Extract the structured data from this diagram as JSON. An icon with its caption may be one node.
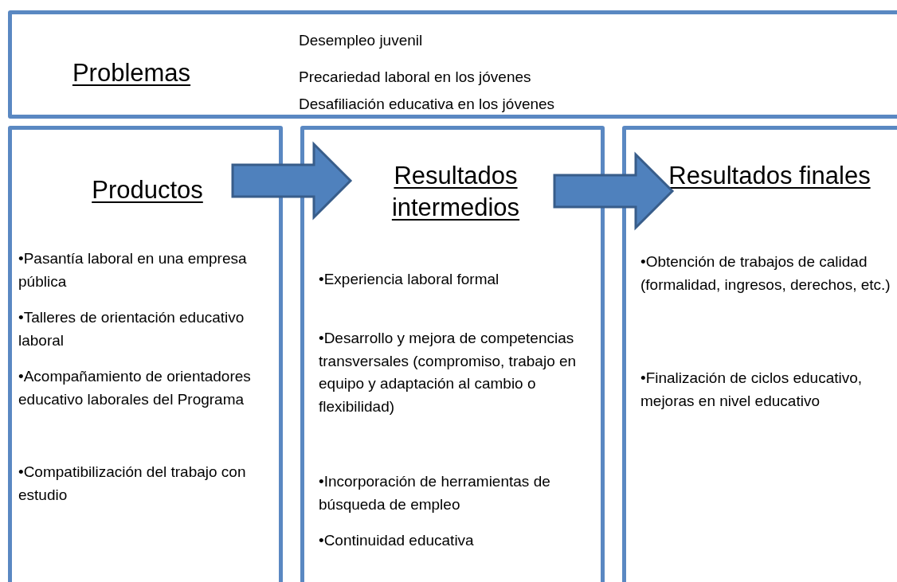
{
  "diagram": {
    "nodes": [
      {
        "text": [
          "Problemas",
          "Desempleo juvenil",
          "Precariedad laboral en los jóvenes",
          "Desafiliación educativa en los jóvenes"
        ]
      },
      {
        "text": [
          "Productos",
          "•Pasantía laboral en una empresa pública",
          "•Talleres de orientación educativo laboral",
          "•Acompañamiento de orientadores educativo laborales del Programa",
          "•Compatibilización del trabajo con estudio"
        ]
      },
      {
        "text": [
          "Resultados intermedios",
          "•Experiencia laboral formal",
          "•Desarrollo y mejora de competencias transversales (compromiso, trabajo en equipo y adaptación al cambio o flexibilidad)",
          "•Incorporación de herramientas de búsqueda de empleo",
          "•Continuidad educativa"
        ]
      },
      {
        "text": [
          "Resultados finales",
          "•Obtención de trabajos de calidad (formalidad, ingresos, derechos, etc.)",
          "•Finalización de ciclos educativo, mejoras en nivel educativo"
        ]
      }
    ],
    "edges": [
      {
        "from": 1,
        "to": 2,
        "arrow": "to",
        "style": "thick"
      },
      {
        "from": 2,
        "to": 3,
        "arrow": "to",
        "style": "thick"
      }
    ]
  }
}
